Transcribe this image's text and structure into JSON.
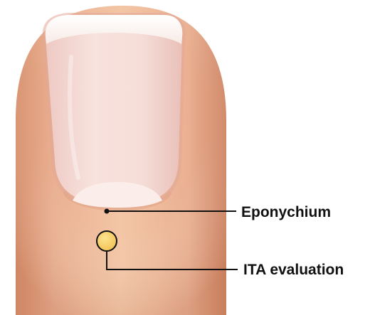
{
  "labels": {
    "eponychium": "Eponychium",
    "ita_evaluation": "ITA evaluation"
  },
  "colors": {
    "skin_light": "#f2c5a5",
    "skin_mid": "#e8a884",
    "skin_dark": "#c9805e",
    "nail_plate": "#f6dcd8",
    "nail_free_edge": "#fbf5f1",
    "lunula": "#faebe6",
    "measurement_marker": "#f8cd6a",
    "line_color": "#111111"
  },
  "icons": {
    "marker": "circle",
    "anchor": "dot"
  }
}
